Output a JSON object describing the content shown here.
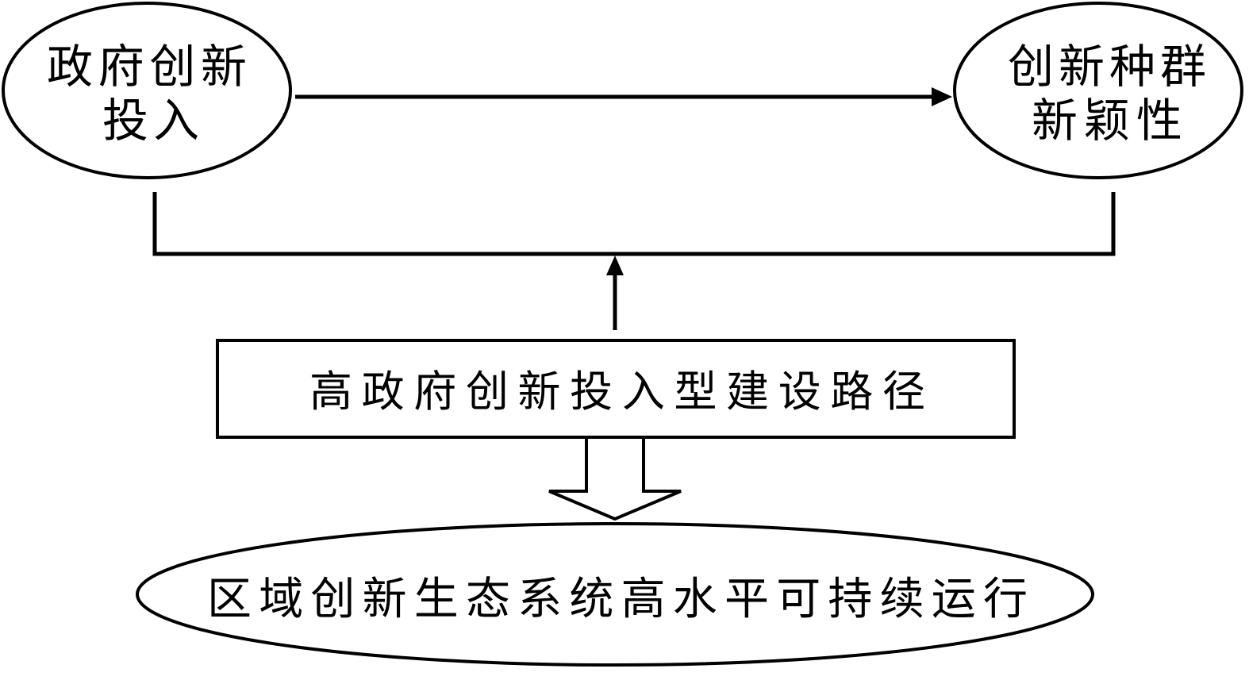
{
  "nodes": {
    "left": {
      "lines": [
        "政府创新",
        "投入"
      ]
    },
    "right": {
      "lines": [
        "创新种群",
        "新颖性"
      ]
    },
    "path_box": {
      "label": "高政府创新投入型建设路径"
    },
    "outcome": {
      "label": "区域创新生态系统高水平可持续运行"
    }
  },
  "colors": {
    "stroke": "#000000",
    "fill": "#ffffff"
  }
}
